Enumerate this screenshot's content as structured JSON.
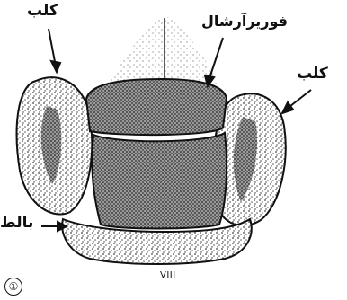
{
  "labels": {
    "top_left": "كلب",
    "top_center": "فوريرآرشال",
    "right": "كلب",
    "bottom_left": "بالط",
    "caption": "VIII",
    "corner_mark": "①"
  },
  "colors": {
    "ink": "#111111",
    "stipple": "#555555",
    "paper": "#ffffff"
  }
}
